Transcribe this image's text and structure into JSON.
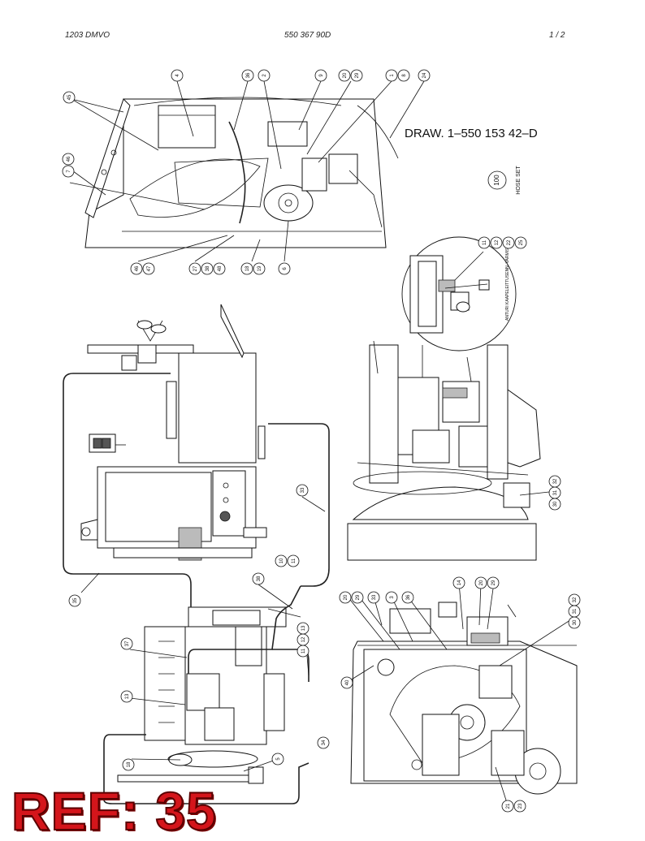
{
  "header": {
    "left": "1203 DMVO",
    "center": "550 367 90D",
    "right": "1 /  2"
  },
  "drawing_reference": "DRAW. 1–550 153 42–D",
  "hose_set": {
    "number": "100",
    "label": "HOSE SET"
  },
  "sensor_note": "ANTURI KAAPELEITTUSENN. VARMISTA",
  "ref_badge": "REF: 35",
  "callouts": {
    "top_row": [
      "4",
      "36",
      "2",
      "9",
      "20",
      "29",
      "1",
      "8",
      "24"
    ],
    "top_left": [
      "45",
      "7",
      "46"
    ],
    "top_bottom": [
      "46",
      "47",
      "27",
      "38",
      "48",
      "18",
      "19",
      "6"
    ],
    "detail": [
      "11",
      "12",
      "22",
      "25"
    ],
    "left_column": [
      "35",
      "37",
      "13",
      "18"
    ],
    "mid_column": [
      "33",
      "10",
      "11",
      "38",
      "11",
      "12",
      "13",
      "34",
      "5"
    ],
    "right_top": [
      "30",
      "31",
      "32"
    ],
    "right_bottom_row": [
      "20",
      "29",
      "33",
      "3",
      "36",
      "14",
      "20",
      "29"
    ],
    "right_bottom_side": [
      "40",
      "30",
      "31",
      "32",
      "21",
      "23"
    ]
  }
}
